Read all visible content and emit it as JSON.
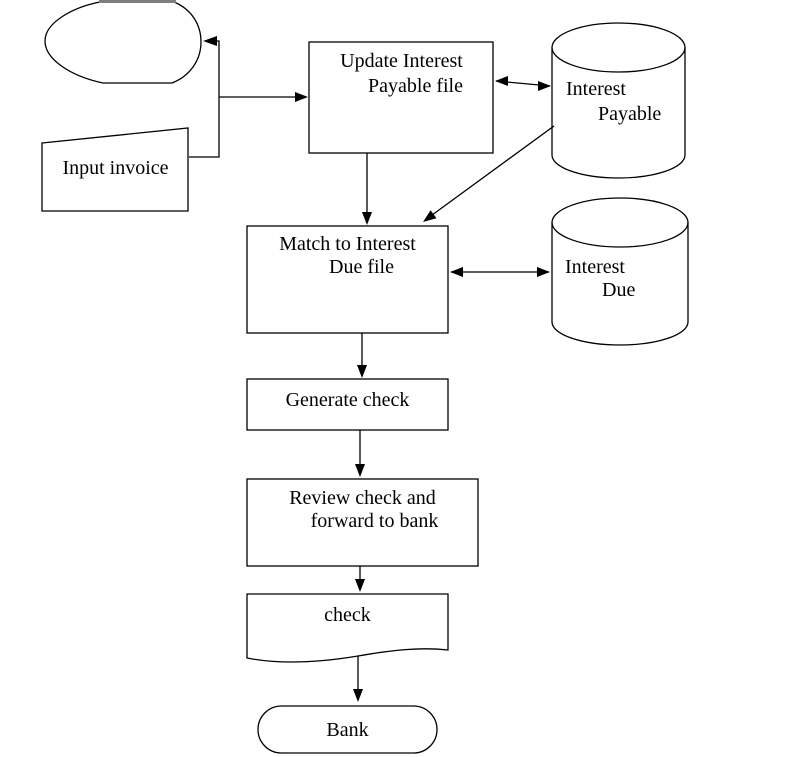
{
  "diagram": {
    "type": "flowchart",
    "background_color": "#ffffff",
    "stroke_color": "#000000",
    "nodes": {
      "start": {
        "shape": "terminator-blob",
        "lines": []
      },
      "input_invoice": {
        "shape": "manual-input",
        "lines": [
          "Input invoice"
        ]
      },
      "update_interest_payable": {
        "shape": "process",
        "lines": [
          "Update Interest",
          "Payable file"
        ]
      },
      "interest_payable": {
        "shape": "data-store-cylinder",
        "lines": [
          "Interest",
          "Payable"
        ]
      },
      "match_interest_due": {
        "shape": "process",
        "lines": [
          "Match to Interest",
          "Due file"
        ]
      },
      "interest_due": {
        "shape": "data-store-cylinder",
        "lines": [
          "Interest",
          "Due"
        ]
      },
      "generate_check": {
        "shape": "process",
        "lines": [
          "Generate check"
        ]
      },
      "review_check": {
        "shape": "process",
        "lines": [
          "Review check and",
          "forward to bank"
        ]
      },
      "check_document": {
        "shape": "document",
        "lines": [
          "check"
        ]
      },
      "bank": {
        "shape": "terminator",
        "lines": [
          "Bank"
        ]
      }
    },
    "edges": [
      {
        "from": "input_invoice",
        "to": "start",
        "style": "arrow"
      },
      {
        "from": "input_invoice",
        "to": "update_interest_payable",
        "style": "arrow"
      },
      {
        "from": "update_interest_payable",
        "to": "interest_payable",
        "style": "double-arrow"
      },
      {
        "from": "interest_payable",
        "to": "match_interest_due",
        "style": "arrow"
      },
      {
        "from": "update_interest_payable",
        "to": "match_interest_due",
        "style": "arrow"
      },
      {
        "from": "match_interest_due",
        "to": "interest_due",
        "style": "double-arrow"
      },
      {
        "from": "match_interest_due",
        "to": "generate_check",
        "style": "arrow"
      },
      {
        "from": "generate_check",
        "to": "review_check",
        "style": "arrow"
      },
      {
        "from": "review_check",
        "to": "check_document",
        "style": "arrow"
      },
      {
        "from": "check_document",
        "to": "bank",
        "style": "arrow"
      }
    ]
  }
}
